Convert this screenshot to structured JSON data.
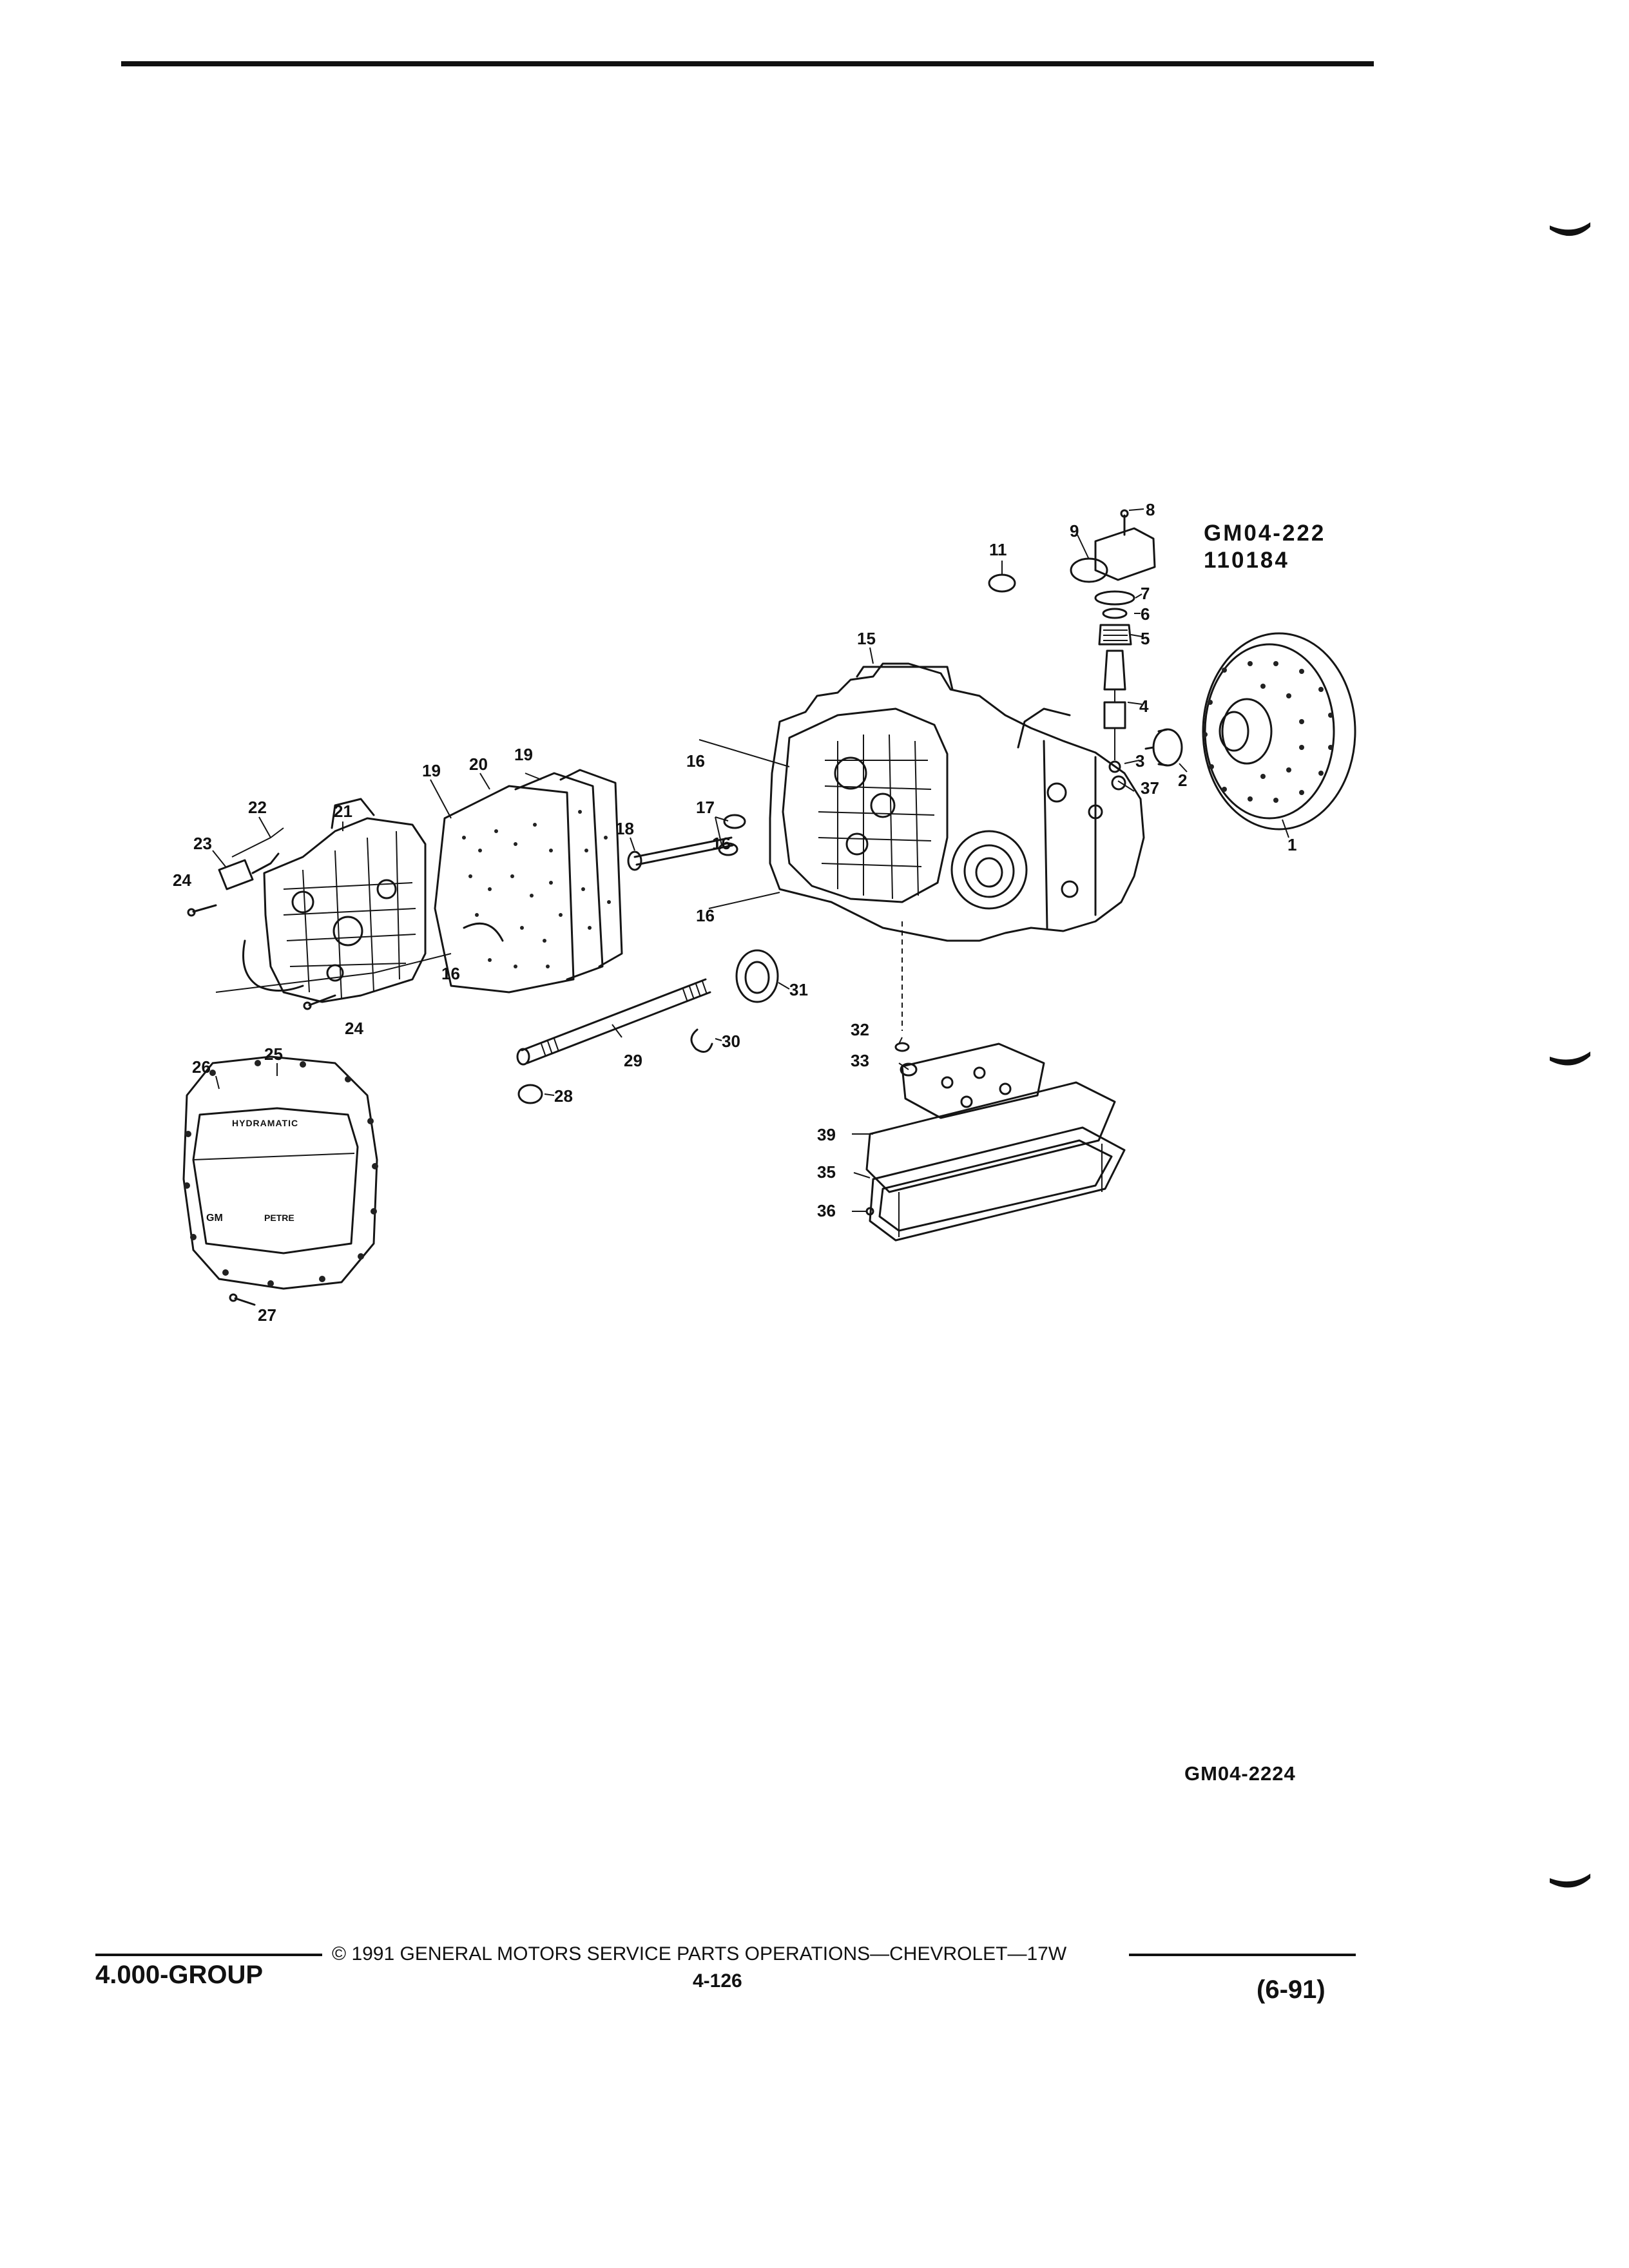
{
  "header": {
    "figure_code": "GM04-222",
    "figure_number": "110184"
  },
  "callouts": [
    "1",
    "2",
    "3",
    "4",
    "5",
    "6",
    "7",
    "8",
    "9",
    "11",
    "15",
    "16",
    "16",
    "16",
    "16",
    "17",
    "18",
    "19",
    "19",
    "20",
    "21",
    "22",
    "23",
    "24",
    "24",
    "25",
    "26",
    "27",
    "28",
    "29",
    "30",
    "31",
    "32",
    "33",
    "35",
    "36",
    "37",
    "39"
  ],
  "cover_markings": {
    "brand": "HYDRAMATIC",
    "left_logo": "GM",
    "right_logo": "PETRE"
  },
  "bottom_figure_code": "GM04-2224",
  "footer": {
    "copyright": "© 1991 GENERAL MOTORS SERVICE PARTS OPERATIONS—CHEVROLET—17W",
    "page_number": "4-126",
    "group": "4.000-GROUP",
    "revision": "(6-91)"
  }
}
